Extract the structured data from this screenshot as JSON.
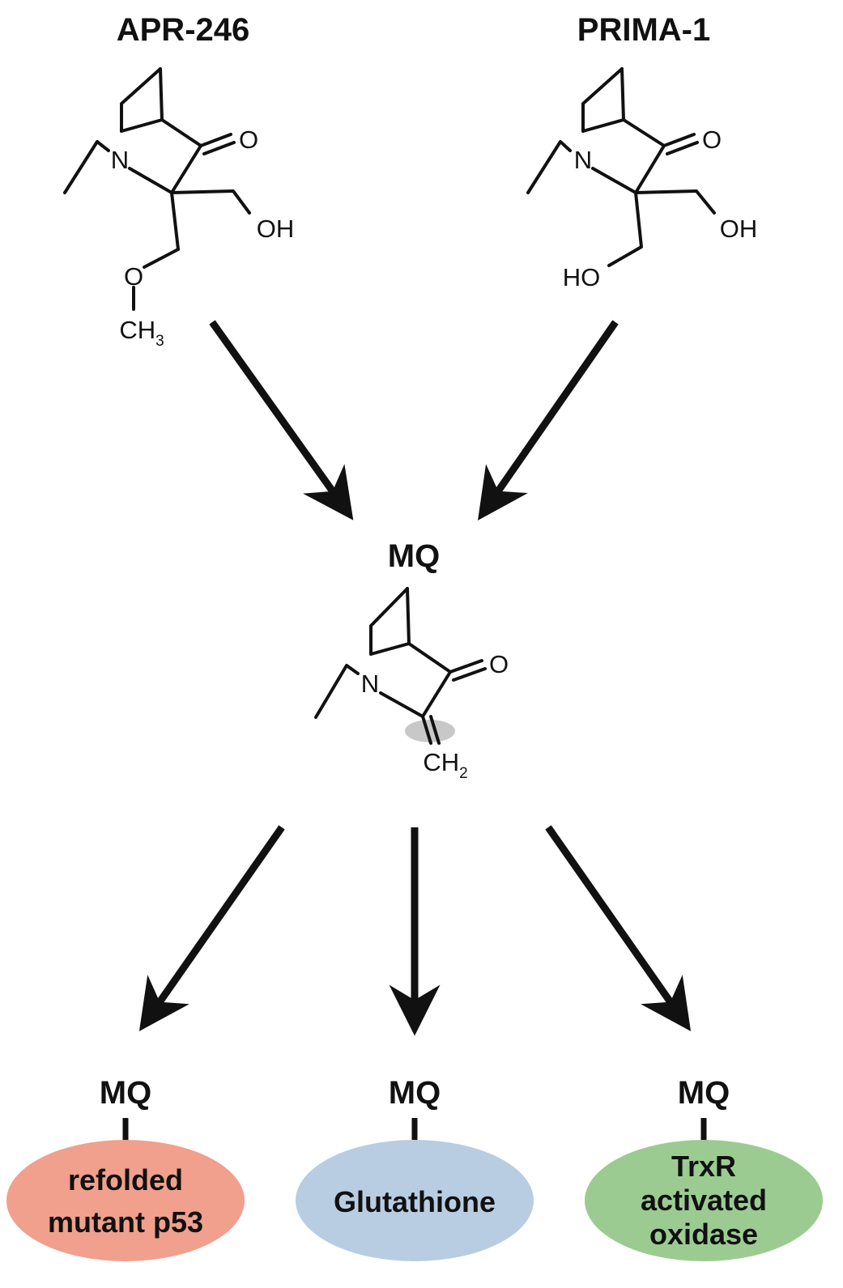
{
  "compounds": {
    "apr246": {
      "name": "APR-246",
      "n_label": "N",
      "ketone_o": "O",
      "hydroxyl": "OH",
      "ether_o": "O",
      "methyl": "CH",
      "methyl_sub": "3"
    },
    "prima1": {
      "name": "PRIMA-1",
      "n_label": "N",
      "ketone_o": "O",
      "hydroxyl_right": "OH",
      "hydroxyl_left": "HO"
    },
    "mq": {
      "name": "MQ",
      "n_label": "N",
      "ketone_o": "O",
      "methylene": "CH",
      "methylene_sub": "2"
    }
  },
  "targets": [
    {
      "adduct": "MQ",
      "lines": [
        "refolded",
        "mutant p53"
      ],
      "color": "#f0a08c"
    },
    {
      "adduct": "MQ",
      "lines": [
        "Glutathione"
      ],
      "color": "#b8cde2"
    },
    {
      "adduct": "MQ",
      "lines": [
        "TrxR",
        "activated",
        "oxidase"
      ],
      "color": "#9ccb92"
    }
  ],
  "colors": {
    "highlight": "#c8c8c8",
    "ink": "#111111"
  }
}
